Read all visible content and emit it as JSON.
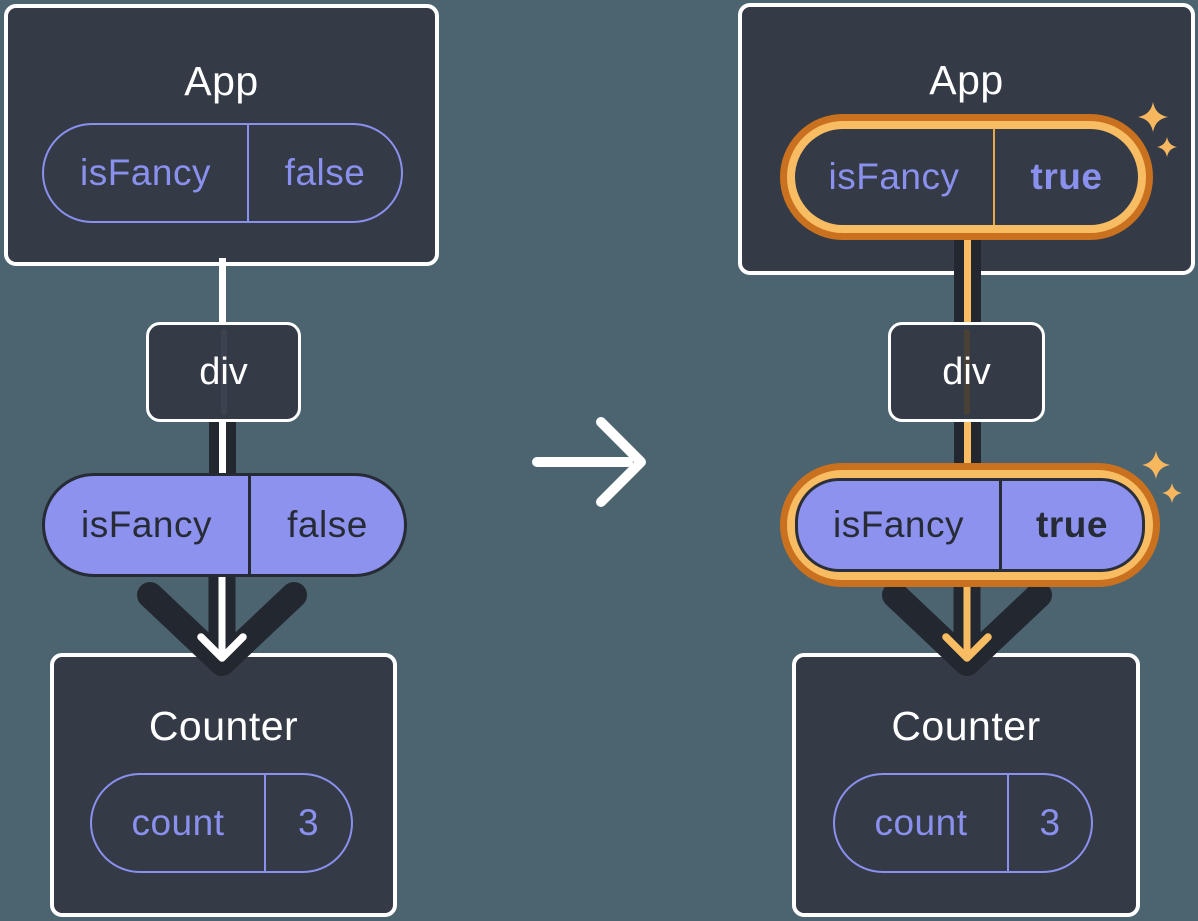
{
  "colors": {
    "background": "#4C6370",
    "card_fill": "#343B47",
    "white": "#FFFFFF",
    "purple": "#8A90EE",
    "pill_fill_purple": "#8C92EE",
    "dark_text": "#262B35",
    "arrow_dark": "#23272F",
    "orange_dark": "#C9711E",
    "orange_light": "#F8BC62",
    "sparkle": "#F6B75F"
  },
  "icons": {
    "transition": "arrow-right-icon",
    "highlight": "sparkle-icon"
  },
  "before": {
    "app": {
      "title": "App",
      "prop": {
        "name": "isFancy",
        "value": "false"
      }
    },
    "div": {
      "label": "div"
    },
    "passed_prop": {
      "name": "isFancy",
      "value": "false"
    },
    "counter": {
      "title": "Counter",
      "state": {
        "name": "count",
        "value": "3"
      }
    }
  },
  "after": {
    "app": {
      "title": "App",
      "prop": {
        "name": "isFancy",
        "value": "true"
      }
    },
    "div": {
      "label": "div"
    },
    "passed_prop": {
      "name": "isFancy",
      "value": "true"
    },
    "counter": {
      "title": "Counter",
      "state": {
        "name": "count",
        "value": "3"
      }
    }
  }
}
